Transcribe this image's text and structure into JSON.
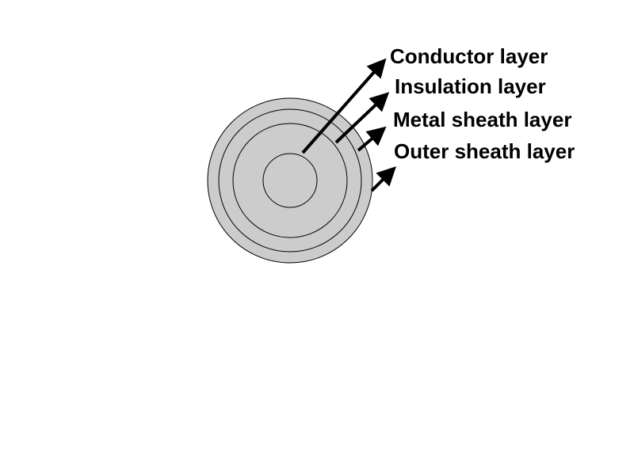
{
  "labels": {
    "conductor": "Conductor layer",
    "insulation": "Insulation layer",
    "metal_sheath": "Metal sheath layer",
    "outer_sheath": "Outer sheath layer"
  },
  "colors": {
    "fill": "#cccccc",
    "stroke": "#000000",
    "arrow": "#000000",
    "background": "#ffffff"
  }
}
